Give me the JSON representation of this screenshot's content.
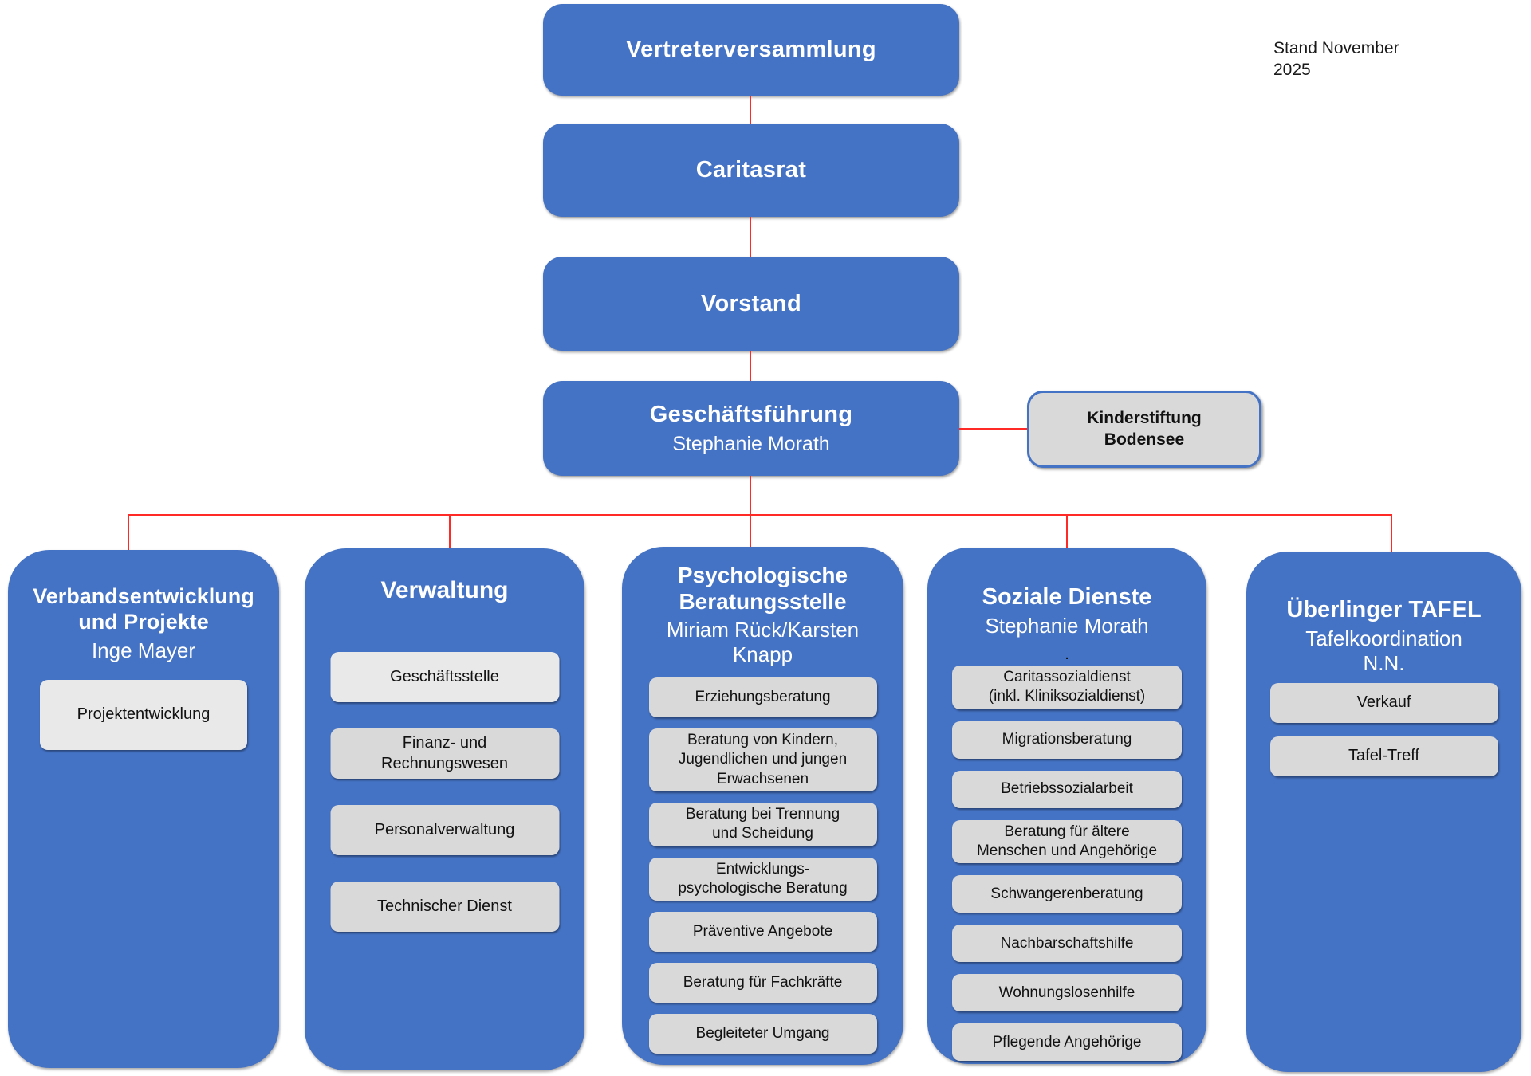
{
  "page": {
    "date_note": "Stand November\n2025"
  },
  "colors": {
    "node_blue": "#4472C4",
    "item_gray": "#d9d9d9",
    "connector_red": "#ff2a26",
    "text_dark": "#1a1a1a"
  },
  "hierarchy": {
    "level1": {
      "title": "Vertreterversammlung"
    },
    "level2": {
      "title": "Caritasrat"
    },
    "level3": {
      "title": "Vorstand"
    },
    "level4": {
      "title": "Geschäftsführung",
      "person": "Stephanie Morath"
    },
    "affiliate": {
      "title": "Kinderstiftung\nBodensee"
    }
  },
  "departments": [
    {
      "title": "Verbandsentwicklung\nund Projekte",
      "person": "Inge Mayer",
      "items": [
        "Projektentwicklung"
      ]
    },
    {
      "title": "Verwaltung",
      "person": "",
      "items": [
        "Geschäftsstelle",
        "Finanz- und\nRechnungswesen",
        "Personalverwaltung",
        "Technischer Dienst"
      ]
    },
    {
      "title": "Psychologische\nBeratungsstelle",
      "person": "Miriam Rück/Karsten\nKnapp",
      "items": [
        "Erziehungsberatung",
        "Beratung von Kindern,\nJugendlichen und jungen\nErwachsenen",
        "Beratung bei Trennung\nund Scheidung",
        "Entwicklungs-\npsychologische Beratung",
        "Präventive Angebote",
        "Beratung für Fachkräfte",
        "Begleiteter Umgang"
      ]
    },
    {
      "title": "Soziale Dienste",
      "person": "Stephanie Morath",
      "note": ".",
      "items": [
        "Caritassozialdienst\n(inkl. Kliniksozialdienst)",
        "Migrationsberatung",
        "Betriebssozialarbeit",
        "Beratung für ältere\nMenschen und Angehörige",
        "Schwangerenberatung",
        "Nachbarschaftshilfe",
        "Wohnungslosenhilfe",
        "Pflegende Angehörige"
      ]
    },
    {
      "title": "Überlinger TAFEL",
      "person": "Tafelkoordination\nN.N.",
      "items": [
        "Verkauf",
        "Tafel-Treff"
      ]
    }
  ]
}
